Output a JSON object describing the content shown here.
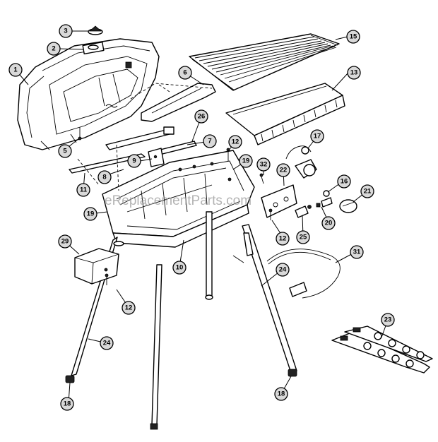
{
  "diagram": {
    "watermark": "eReplacementParts.com",
    "callouts": [
      "1",
      "2",
      "3",
      "5",
      "6",
      "7",
      "8",
      "9",
      "10",
      "11",
      "12",
      "12",
      "12",
      "13",
      "15",
      "16",
      "17",
      "18",
      "18",
      "19",
      "19",
      "20",
      "21",
      "22",
      "23",
      "24",
      "24",
      "25",
      "26",
      "29",
      "31",
      "32"
    ]
  }
}
